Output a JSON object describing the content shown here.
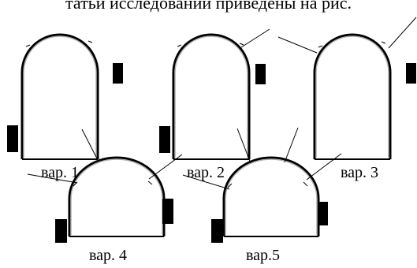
{
  "header_text": "татьи исследовании приведены на рис.",
  "variants": [
    {
      "label": "вар. 1"
    },
    {
      "label": "вар. 2"
    },
    {
      "label": "вар. 3"
    },
    {
      "label": "вар. 4"
    },
    {
      "label": "вар.5"
    }
  ]
}
